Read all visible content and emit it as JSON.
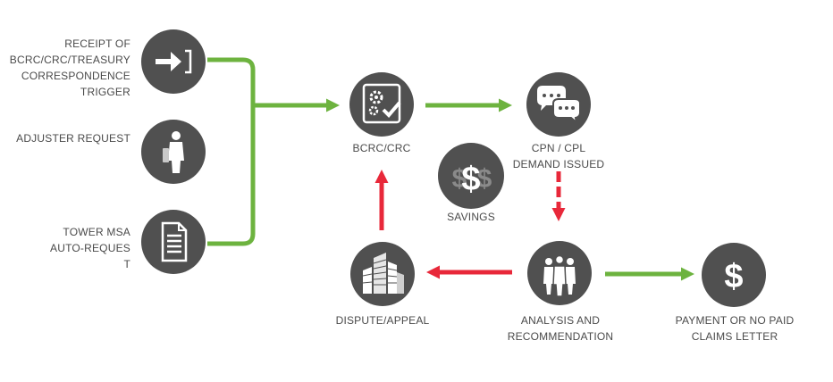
{
  "colors": {
    "green": "#6db33f",
    "red": "#e8283a",
    "icon_bg": "#505050",
    "text": "#4a4a4a"
  },
  "nodes": {
    "receipt": {
      "lines": [
        "RECEIPT OF",
        "BCRC/CRC/TREASURY",
        "CORRESPONDENCE",
        "TRIGGER"
      ],
      "icon": "enter-arrow-icon"
    },
    "adjuster": {
      "lines": [
        "ADJUSTER REQUEST"
      ],
      "icon": "person-icon"
    },
    "tower": {
      "lines": [
        "TOWER MSA",
        "AUTO-REQUES",
        "T"
      ],
      "icon": "document-icon"
    },
    "bcrc": {
      "lines": [
        "BCRC/CRC"
      ],
      "icon": "gears-check-icon"
    },
    "cpn": {
      "lines": [
        "CPN / CPL",
        "DEMAND ISSUED"
      ],
      "icon": "chat-bubbles-icon"
    },
    "savings": {
      "lines": [
        "SAVINGS"
      ],
      "icon": "dollar-sign-icon"
    },
    "dispute": {
      "lines": [
        "DISPUTE/APPEAL"
      ],
      "icon": "buildings-icon"
    },
    "analysis": {
      "lines": [
        "ANALYSIS AND",
        "RECOMMENDATION"
      ],
      "icon": "group-icon"
    },
    "payment": {
      "lines": [
        "PAYMENT OR NO PAID",
        "CLAIMS LETTER"
      ],
      "icon": "dollar-sign-icon"
    }
  }
}
